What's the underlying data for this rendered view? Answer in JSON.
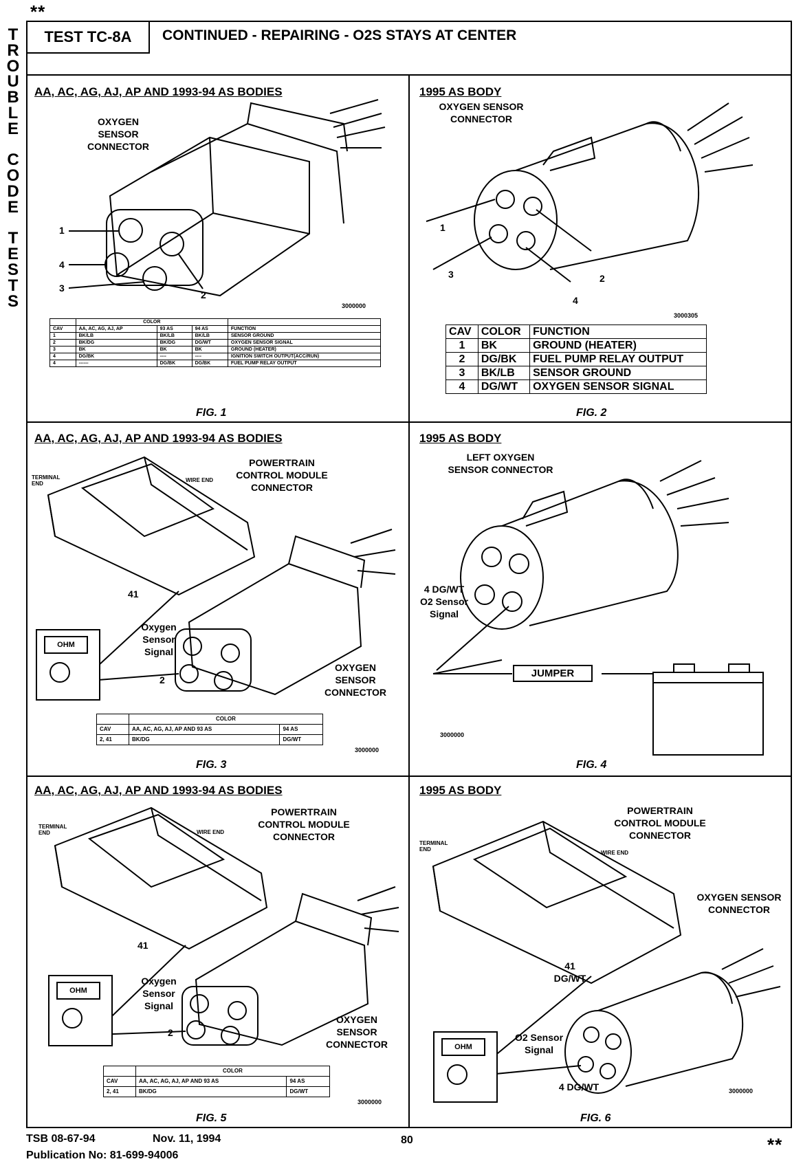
{
  "page": {
    "stars_top": "**",
    "stars_bottom": "**",
    "side_tab": [
      "T",
      "R",
      "O",
      "U",
      "B",
      "L",
      "E",
      "",
      "C",
      "O",
      "D",
      "E",
      "",
      "T",
      "E",
      "S",
      "T",
      "S"
    ]
  },
  "header": {
    "test_label": "TEST TC-8A",
    "title": "CONTINUED - REPAIRING - O2S STAYS AT CENTER"
  },
  "panels": {
    "p1": {
      "title": "AA, AC, AG, AJ, AP AND 1993-94 AS BODIES",
      "label": "OXYGEN SENSOR CONNECTOR",
      "pins": [
        "1",
        "4",
        "3",
        "2"
      ],
      "code": "3000000",
      "table": {
        "header1": [
          "",
          "COLOR",
          ""
        ],
        "header2": [
          "CAV",
          "AA, AC, AG, AJ, AP",
          "93 AS",
          "94 AS",
          "FUNCTION"
        ],
        "rows": [
          [
            "1",
            "BK/LB",
            "BK/LB",
            "BK/LB",
            "SENSOR GROUND"
          ],
          [
            "2",
            "BK/DG",
            "BK/DG",
            "DG/WT",
            "OXYGEN SENSOR SIGNAL"
          ],
          [
            "3",
            "BK",
            "BK",
            "BK",
            "GROUND (HEATER)"
          ],
          [
            "4",
            "DG/BK",
            "----",
            "----",
            "IGNITION SWITCH OUTPUT(ACC/RUN)"
          ],
          [
            "4",
            "------",
            "DG/BK",
            "DG/BK",
            "FUEL PUMP RELAY OUTPUT"
          ]
        ]
      },
      "fig": "FIG. 1"
    },
    "p2": {
      "title": "1995 AS BODY",
      "label": "OXYGEN SENSOR CONNECTOR",
      "pins": [
        "1",
        "2",
        "3",
        "4"
      ],
      "code": "3000305",
      "table": {
        "header": [
          "CAV",
          "COLOR",
          "FUNCTION"
        ],
        "rows": [
          [
            "1",
            "BK",
            "GROUND (HEATER)"
          ],
          [
            "2",
            "DG/BK",
            "FUEL PUMP RELAY OUTPUT"
          ],
          [
            "3",
            "BK/LB",
            "SENSOR GROUND"
          ],
          [
            "4",
            "DG/WT",
            "OXYGEN SENSOR SIGNAL"
          ]
        ]
      },
      "fig": "FIG. 2"
    },
    "p3": {
      "title": "AA, AC, AG, AJ, AP AND 1993-94 AS BODIES",
      "pcm_label": "POWERTRAIN CONTROL MODULE CONNECTOR",
      "terminal_end": "TERMINAL END",
      "wire_end": "WIRE END",
      "pin41": "41",
      "signal_label": "Oxygen Sensor Signal",
      "pin2": "2",
      "o2_label": "OXYGEN SENSOR CONNECTOR",
      "meter": "OHM",
      "table": {
        "header1": [
          "",
          "COLOR",
          ""
        ],
        "header2": [
          "CAV",
          "AA, AC, AG, AJ, AP AND 93 AS",
          "94 AS"
        ],
        "row": [
          "2, 41",
          "BK/DG",
          "DG/WT"
        ]
      },
      "code": "3000000",
      "fig": "FIG. 3"
    },
    "p4": {
      "title": "1995 AS BODY",
      "label": "LEFT OXYGEN SENSOR CONNECTOR",
      "pin_note": "4 DG/WT O2 Sensor Signal",
      "jumper": "JUMPER",
      "code": "3000000",
      "fig": "FIG. 4"
    },
    "p5": {
      "title": "AA, AC, AG, AJ, AP AND 1993-94 AS BODIES",
      "pcm_label": "POWERTRAIN CONTROL MODULE CONNECTOR",
      "terminal_end": "TERMINAL END",
      "wire_end": "WIRE END",
      "pin41": "41",
      "signal_label": "Oxygen Sensor Signal",
      "pin2": "2",
      "o2_label": "OXYGEN SENSOR CONNECTOR",
      "meter": "OHM",
      "table": {
        "header1": [
          "",
          "COLOR",
          ""
        ],
        "header2": [
          "CAV",
          "AA, AC, AG, AJ, AP AND 93 AS",
          "94 AS"
        ],
        "row": [
          "2, 41",
          "BK/DG",
          "DG/WT"
        ]
      },
      "code": "3000000",
      "fig": "FIG. 5"
    },
    "p6": {
      "title": "1995 AS BODY",
      "pcm_label": "POWERTRAIN CONTROL MODULE CONNECTOR",
      "terminal_end": "TERMINAL END",
      "wire_end": "WIRE END",
      "pin41": "41 DG/WT",
      "o2_label": "OXYGEN SENSOR CONNECTOR",
      "signal_label": "O2 Sensor Signal",
      "pin4": "4 DG/WT",
      "meter": "OHM",
      "code": "3000000",
      "fig": "FIG. 6"
    }
  },
  "footer": {
    "tsb": "TSB 08-67-94",
    "date": "Nov. 11, 1994",
    "page_no": "80",
    "publication": "Publication No: 81-699-94006"
  }
}
